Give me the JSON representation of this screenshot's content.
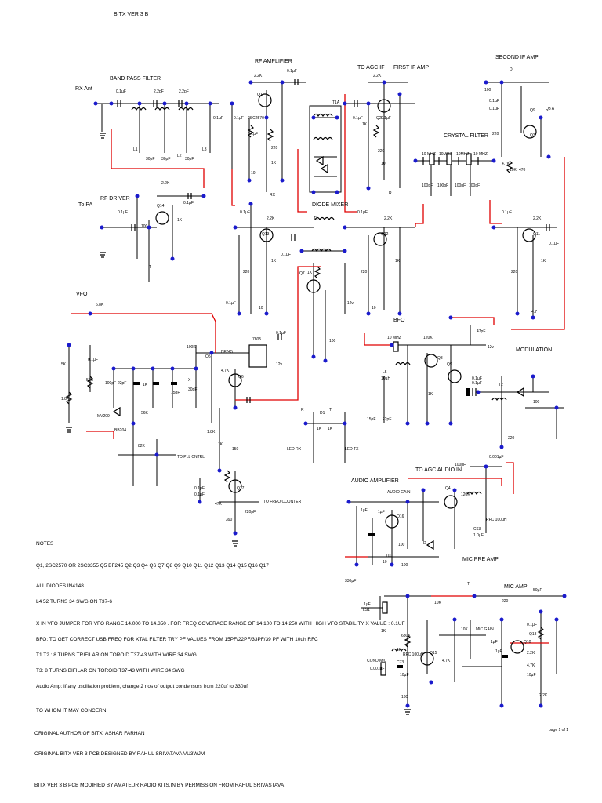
{
  "title": "BITX VER 3 B",
  "sections": {
    "band_pass_filter": "BAND PASS FILTER",
    "rf_amplifier": "RF AMPLIFIER",
    "to_agc_if": "TO AGC IF",
    "first_if_amp": "FIRST IF AMP",
    "second_if_amp": "SECOND IF AMP",
    "crystal_filter": "CRYSTAL  FILTER",
    "rx_ant": "RX Ant",
    "rf_driver": "RF DRIVER",
    "to_pa": "To PA",
    "diode_mixer": "DIODE MIXER",
    "vfo": "VFO",
    "bfo": "BFO",
    "modulation": "MODULATION",
    "to_pll_cntrl": "TO PLL CNTRL",
    "to_freq_counter": "TO FREQ COUNTER",
    "audio_amplifier": "AUDIO AMPLIFIER",
    "to_agc_audio_in": "TO AGC AUDIO IN",
    "mic_pre_amp": "MIC PRE AMP",
    "mic_amp": "MIC AMP",
    "led_rx": "LED RX",
    "led_tx": "LED TX",
    "ls1": "LS1",
    "cond_mic": "COND MIC",
    "mic_gain": "MIC GAIN",
    "audio_gain": "AUDIO GAIN"
  },
  "components": [
    "0.1µF",
    "2.2pF",
    "2.2pF",
    "L1",
    "L2",
    "L3",
    "30pF",
    "30pF",
    "30pF",
    "0.1µF",
    "0.1µF",
    "2.2K",
    "0.1µF",
    "Q1",
    "2SC2570",
    "0.1µF",
    "220",
    "10",
    "1K",
    "RX",
    "T1A",
    "2.2K",
    "0.1µF",
    "1K",
    "0.1µF",
    "Q2",
    "220",
    "10",
    "R",
    "D",
    "0.1µF",
    "0.1µF",
    "100",
    "Q9",
    "Q3",
    "4.7K",
    "Q3 A",
    "10K",
    "470",
    "10 MHZ",
    "10MHZ",
    "10MHZ",
    "10 MHZ",
    "100pF",
    "100pF",
    "100pF",
    "100pF",
    "220",
    "2.2K",
    "Q14",
    "0.1µF",
    "0.1µF",
    "100",
    "1K",
    "T",
    "0.1µF",
    "2.2K",
    "Q13",
    "0.1µF",
    "1K",
    "220",
    "10",
    "0.1µF",
    "T1",
    "T2",
    "0.1µF",
    "2.2K",
    "Q12",
    "1K",
    "220",
    "10",
    "+12v",
    "Q7",
    "1K",
    "100",
    "0.1µF",
    "2.2K",
    "Q11",
    "0.1µF",
    "1K",
    "220",
    "4.7",
    "6.8K",
    "5K",
    "1.8K",
    "0.1µF",
    "56K",
    "100pF",
    "22pF",
    "1K",
    "15pF",
    "X",
    "56K",
    "MV209",
    "BB204",
    "82K",
    "100K",
    "BF245",
    "Q5",
    "7805",
    "0.1µF",
    "12v",
    "4.7K",
    "Q6",
    "30pF",
    "1.8K",
    "0.1µF",
    "1K",
    "150",
    "Q17",
    "0.1µF",
    "47K",
    "390",
    "220pF",
    "10 MHZ",
    "120K",
    "Q8",
    "Q9",
    "1K",
    "47pF",
    "L5",
    "10µH",
    "15pF",
    "22pF",
    "0.1µF",
    "12v",
    "R",
    "T",
    "1K",
    "1K",
    "D1",
    "0.001µF",
    "100",
    "Q4",
    "0.1µF",
    "220",
    "100pF",
    "120K",
    "C63",
    "1.0µF",
    "RFC 100µH",
    "1µF",
    "1µF",
    "Q16",
    "100",
    "100",
    "10",
    "100",
    "330µF",
    "D",
    "1µF",
    "10K",
    "220",
    "1K",
    "680K",
    "1K",
    "Q15",
    "4.7K",
    "C73",
    "10µF",
    "0.001µF",
    "RFC 100µH",
    "180",
    "10K",
    "1µF",
    "Q10",
    "0.1µF",
    "2.2K",
    "4.7K",
    "10µF",
    "2.2K",
    "50µF",
    "T",
    "Q18",
    "1µF"
  ],
  "notes": [
    "NOTES",
    "Q1, 2SC2570 OR 2SC3355 Q5 BF245    Q2 Q3 Q4 Q6 Q7 Q8 Q9 Q10 Q11 Q12 Q13 Q14 Q15 Q16 Q17",
    "ALL DIODES IN4148",
    "L4  52 TURNS 34 SWG ON T37-6",
    "X IN VFO   JUMPER FOR VFO RANGE 14.000 TO 14.350 .    FOR FREQ COVERAGE RANGE OF 14.100 TO 14.250 WITH HIGH VFO STABILITY X VALUE :  0.1UF",
    "BFO: TO GET CORRECT USB FREQ FOR XTAL FILTER TRY PF VALUES FROM 15PF/22PF/33PF/39 PF WITH 10uh RFC",
    "T1 T2 :  8 TURNS TRIFILAR ON TOROID T37-43  WITH WIRE 34 SWG",
    "T3: 8 TURNS BIFILAR ON TOROID T37-43 WITH WIRE 34 SWG",
    "Audio Amp: If any oscillation problem, change 2 nos of output condensors from 220uf to 330uf",
    "TO WHOM IT MAY CONCERN",
    "ORIGINAL AUTHOR OF BITX: ASHAR FARHAN",
    "ORIGINAL BITX VER 3 PCB DESIGNED BY  RAHUL SRIVATAVA VU3WJM",
    "BITX VER 3 B PCB MODIFIED BY  AMATEUR RADIO KITS.IN BY PERMISSION FROM RAHUL SRIVASTAVA"
  ],
  "page_label": "page 1 of 1",
  "colors": {
    "wire": "#000000",
    "net_red": "#e00000",
    "node_blue": "#1a1acc",
    "background": "#ffffff"
  }
}
